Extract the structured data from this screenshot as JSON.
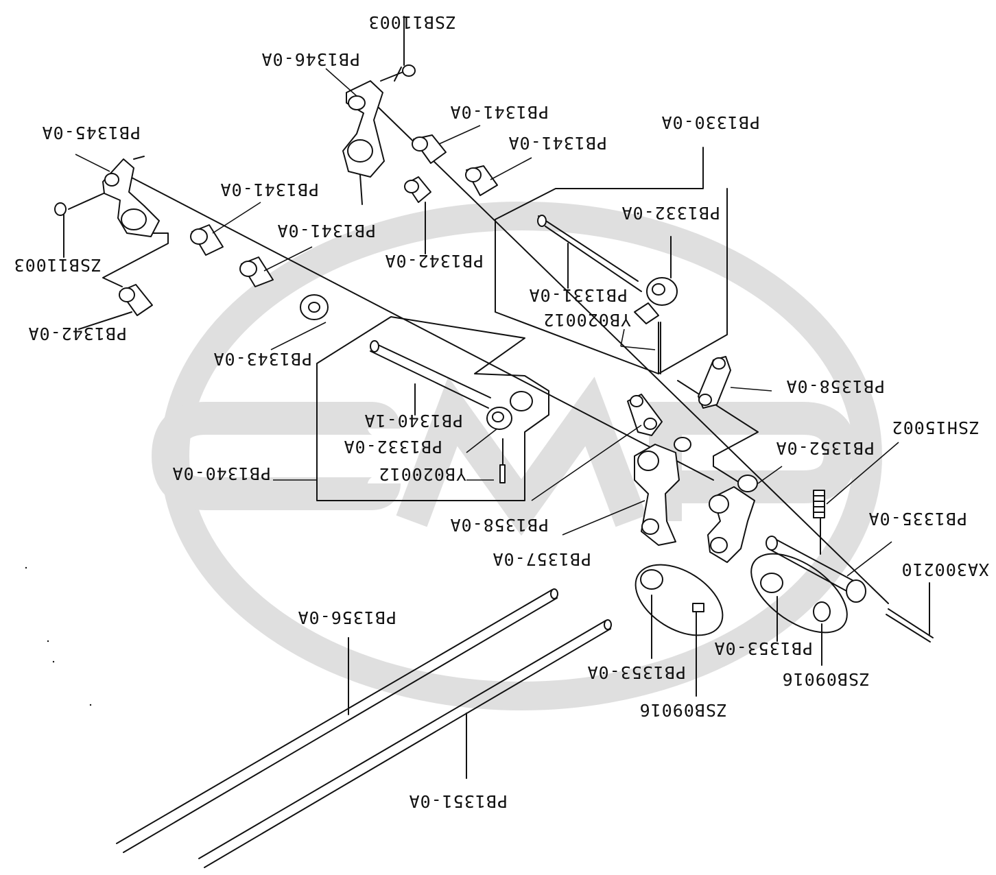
{
  "watermark": {
    "text": "CMP",
    "color": "#d9d9d9"
  },
  "ink_color": "#111111",
  "background": "#ffffff",
  "labels": {
    "zsb11003_top": "ZSB11003",
    "pb1346": "PB1346-0A",
    "pb1341_a": "PB1341-0A",
    "pb1341_b": "PB1341-0A",
    "pb1330": "PB1330-0A",
    "pb1345": "PB1345-0A",
    "pb1341_c": "PB1341-0A",
    "pb1341_d": "PB1341-0A",
    "pb1332_top": "PB1332-0A",
    "pb1342_mid": "PB1342-0A",
    "zsb11003_left": "ZSB11003",
    "pb1331": "PB1331-0A",
    "yb020012_top": "YB020012",
    "pb1342_left": "PB1342-0A",
    "pb1343": "PB1343-0A",
    "pb1358_right": "PB1358-0A",
    "pb1340_1a": "PB1340-1A",
    "pb1332_mid": "PB1332-0A",
    "zsh15002": "ZSH15002",
    "pb1352": "PB1352-0A",
    "pb1340": "PB1340-0A",
    "yb020012_mid": "YB020012",
    "pb1335": "PB1335-0A",
    "pb1358_left": "PB1358-0A",
    "pb1357": "PB1357-0A",
    "xa300210": "XA300210",
    "pb1356": "PB1356-0A",
    "pb1353_right": "PB1353-0A",
    "zsb09016_right": "ZSB09016",
    "pb1353_left": "PB1353-0A",
    "zsb09016_left": "ZSB09016",
    "pb1351": "PB1351-0A"
  }
}
